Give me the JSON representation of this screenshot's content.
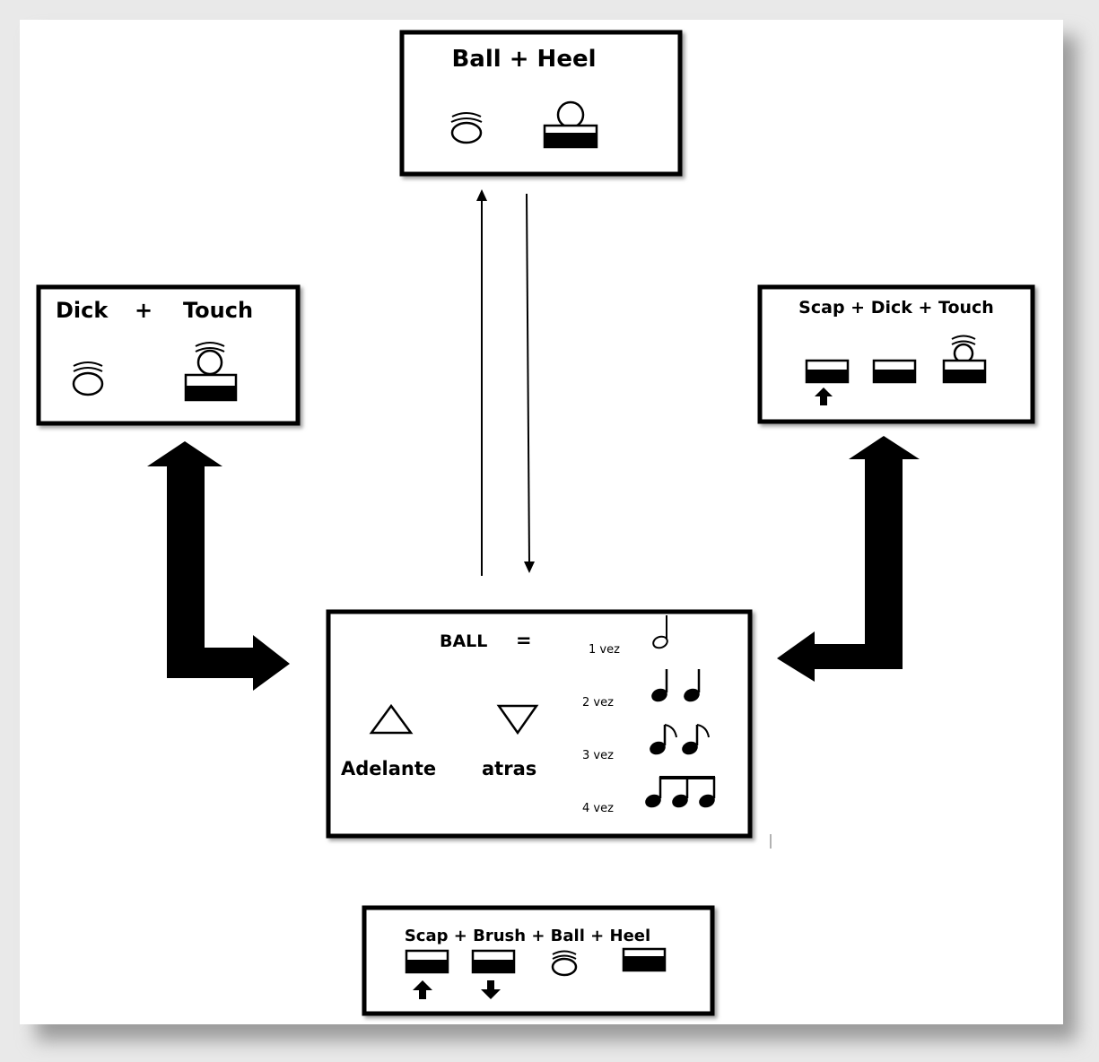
{
  "top_box": {
    "title": "Ball + Heel"
  },
  "left_box": {
    "title_left": "Dick",
    "title_plus": "+",
    "title_right": "Touch"
  },
  "right_box": {
    "title": "Scap + Dick + Touch"
  },
  "center_box": {
    "ball_label": "BALL",
    "equals": "=",
    "forward_label": "Adelante",
    "back_label": "atras",
    "counts": [
      "1 vez",
      "2 vez",
      "3 vez",
      "4 vez"
    ]
  },
  "bottom_box": {
    "title": "Scap + Brush + Ball + Heel"
  }
}
